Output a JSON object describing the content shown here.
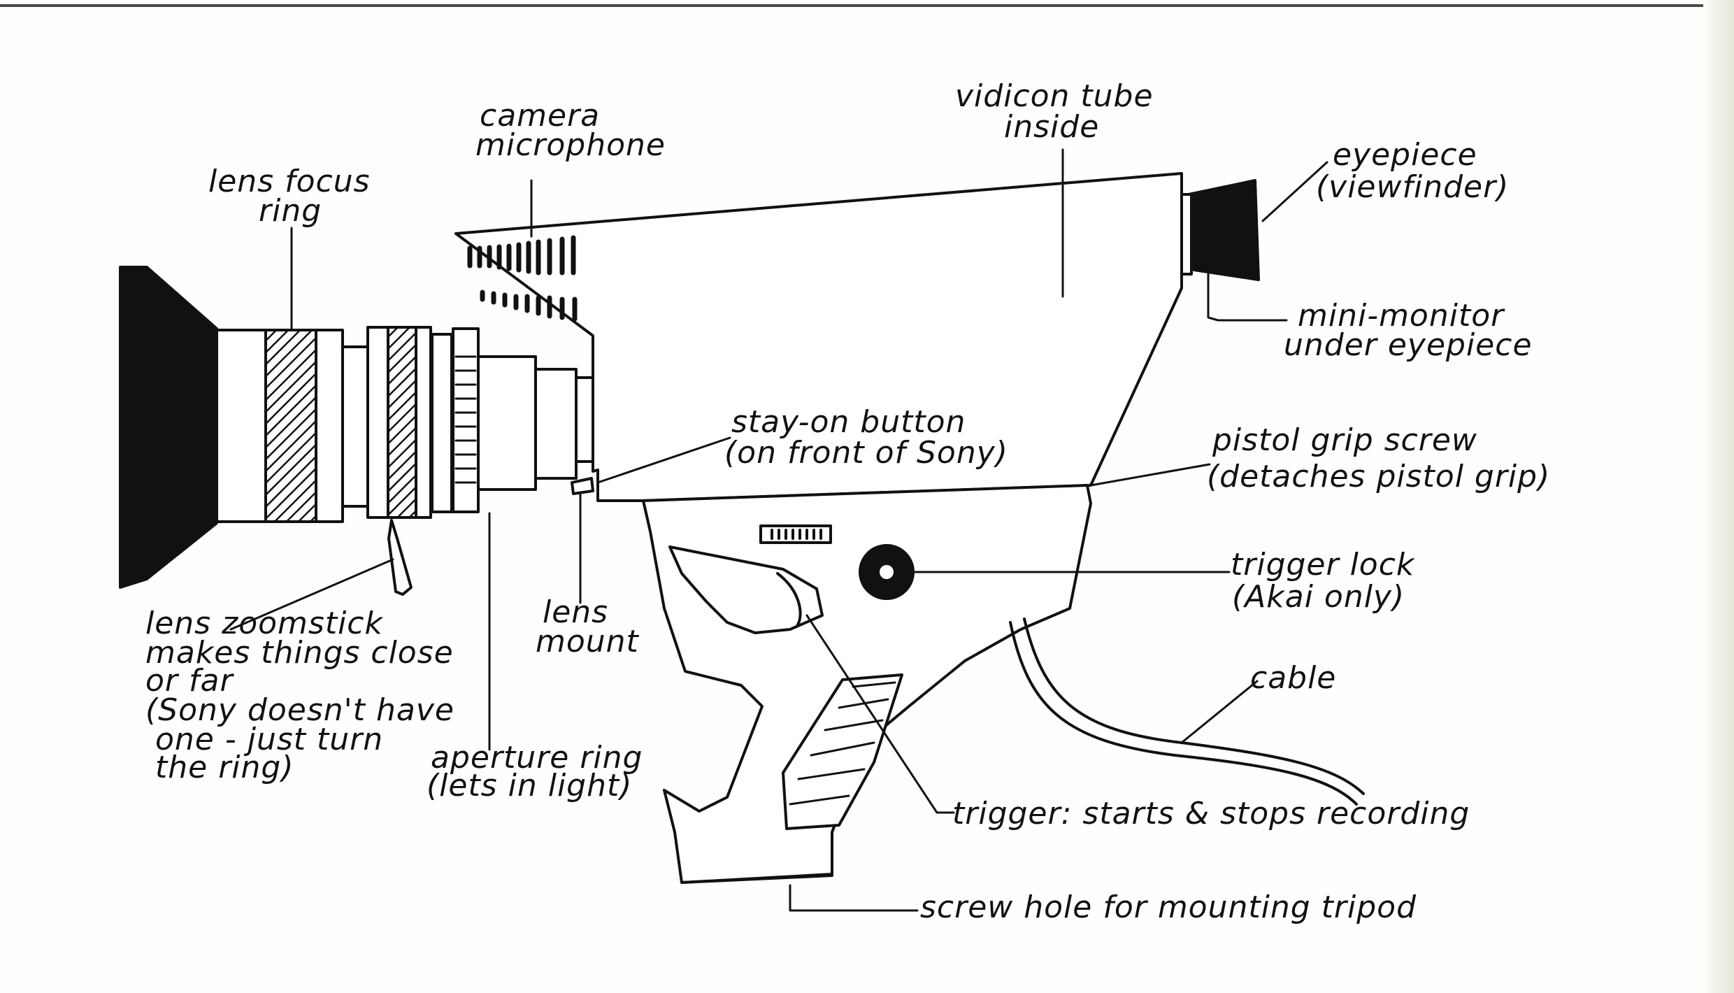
{
  "diagram": {
    "labels": {
      "lens_focus_ring": [
        "lens focus",
        "ring"
      ],
      "camera_microphone": [
        "camera",
        "microphone"
      ],
      "vidicon_tube": [
        "vidicon tube",
        "inside"
      ],
      "eyepiece": [
        "eyepiece",
        "(viewfinder)"
      ],
      "mini_monitor": [
        "mini-monitor",
        "under eyepiece"
      ],
      "stay_on_button": [
        "stay-on button",
        "(on front of Sony)"
      ],
      "pistol_grip_screw": [
        "pistol grip screw",
        "(detaches pistol grip)"
      ],
      "trigger_lock": [
        "trigger lock",
        "(Akai only)"
      ],
      "cable": [
        "cable"
      ],
      "lens_zoomstick": [
        "lens zoomstick",
        "makes things close",
        "or far",
        "(Sony doesn't have",
        "one - just turn",
        "the ring)"
      ],
      "lens_mount": [
        "lens",
        "mount"
      ],
      "aperture_ring": [
        "aperture ring",
        "(lets in light)"
      ],
      "trigger": [
        "trigger: starts & stops recording"
      ],
      "screw_hole": [
        "screw hole for mounting tripod"
      ]
    }
  },
  "colors": {
    "ink": "#111111",
    "paper": "#fefefc"
  }
}
